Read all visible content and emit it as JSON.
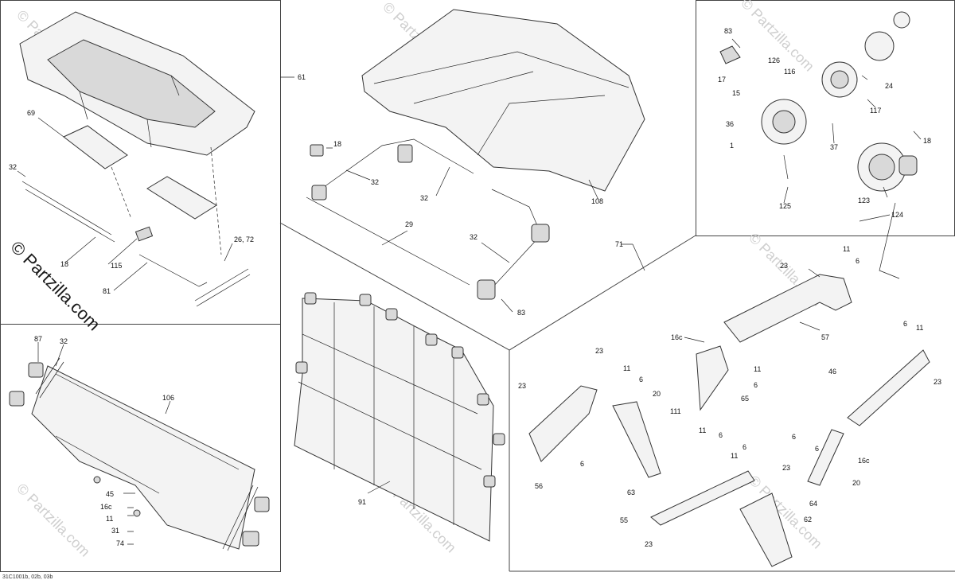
{
  "watermark": {
    "main": "© Partzilla.com",
    "repeat": "© Partzilla.com"
  },
  "diagram_code": "31C1001b, 02b, 03b",
  "labels": {
    "l61": "61",
    "l69": "69",
    "l32a": "32",
    "l18a": "18",
    "l115": "115",
    "l81": "81",
    "l2672": "26, 72",
    "l18b": "18",
    "l32b": "32",
    "l32c": "32",
    "l108": "108",
    "l29": "29",
    "l32d": "32",
    "l83a": "83",
    "l83b": "83",
    "l17": "17",
    "l126": "126",
    "l116": "116",
    "l15": "15",
    "l36": "36",
    "l1": "1",
    "l125": "125",
    "l24": "24",
    "l117": "117",
    "l37": "37",
    "l18c": "18",
    "l123": "123",
    "l124": "124",
    "l71": "71",
    "l87": "87",
    "l32e": "32",
    "l106": "106",
    "l45": "45",
    "l16ca": "16c",
    "l11a": "11",
    "l31": "31",
    "l74": "74",
    "l91": "91",
    "l23a": "23",
    "l11b": "11",
    "l6a": "6",
    "l57": "57",
    "l16cb": "16c",
    "l11c": "11",
    "l6b": "6",
    "l65": "65",
    "l11d": "11",
    "l6c": "6",
    "l23b": "23",
    "l11e": "11",
    "l6d": "6",
    "l20a": "20",
    "l111": "111",
    "l23c": "23",
    "l56": "56",
    "l6e": "6",
    "l63": "63",
    "l6f": "6",
    "l11f": "11",
    "l46": "46",
    "l23d": "23",
    "l6g": "6",
    "l6h": "6",
    "l11g": "11",
    "l23e": "23",
    "l6i": "6",
    "l16cc": "16c",
    "l20b": "20",
    "l64": "64",
    "l55": "55",
    "l62": "62",
    "l23f": "23"
  }
}
